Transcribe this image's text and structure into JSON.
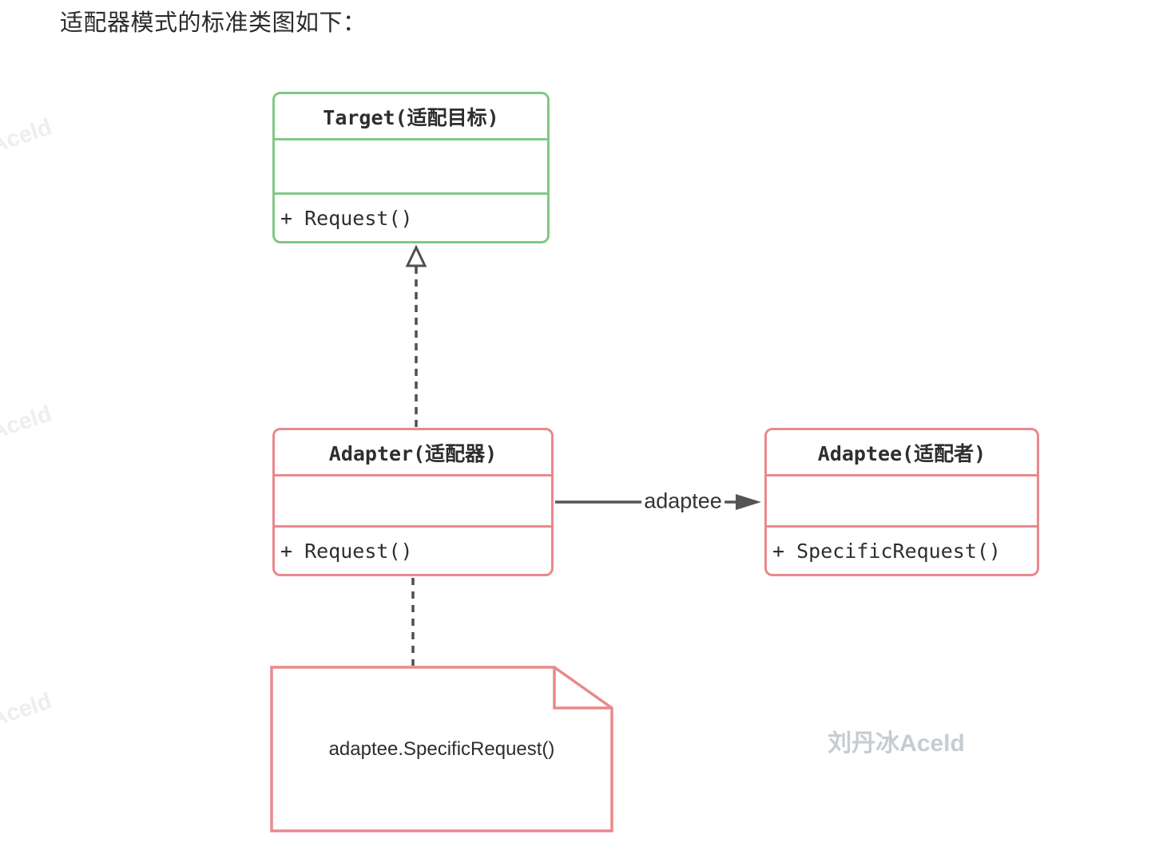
{
  "page": {
    "title": "适配器模式的标准类图如下："
  },
  "diagram": {
    "target": {
      "name": "Target(适配目标)",
      "attributes": "",
      "method": "+ Request()"
    },
    "adapter": {
      "name": "Adapter(适配器)",
      "attributes": "",
      "method": "+ Request()"
    },
    "adaptee": {
      "name": "Adaptee(适配者)",
      "attributes": "",
      "method": "+ SpecificRequest()"
    },
    "association_label": "adaptee",
    "note_text": "adaptee.SpecificRequest()"
  },
  "watermarks": {
    "main": "刘丹冰Aceld",
    "faint": [
      "刘丹冰Aceld",
      "刘丹冰Aceld",
      "刘丹冰Aceld"
    ]
  },
  "colors": {
    "target_border": "#82c786",
    "adapter_border": "#e9898c",
    "adaptee_border": "#e9898c",
    "note_border": "#e9898c",
    "connector": "#4f4f4f",
    "text": "#2e2e2e",
    "watermark_main": "#c7ccd1",
    "watermark_faint": "#eeeef0"
  }
}
